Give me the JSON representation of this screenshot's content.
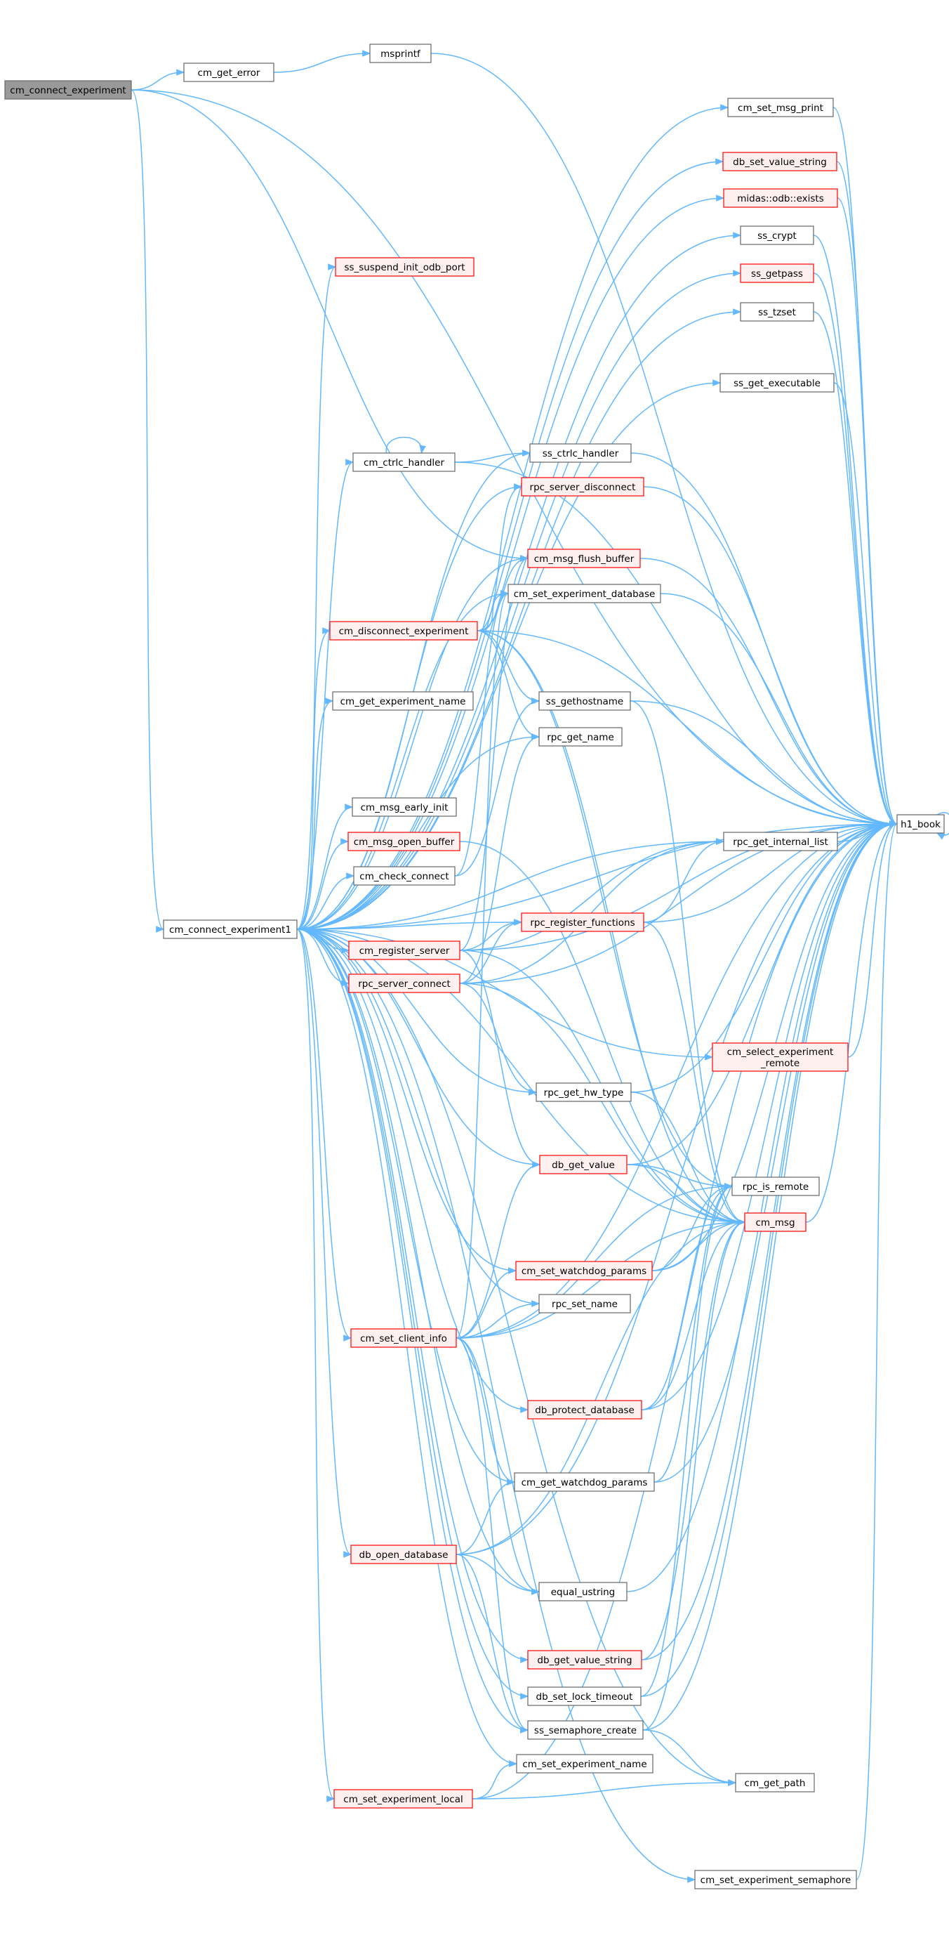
{
  "colors": {
    "edge": "#63b8ff",
    "normal_border": "#666666",
    "normal_fill": "#ffffff",
    "red_border": "#ff0000",
    "red_fill": "#fff0f0",
    "root_fill": "#999999",
    "root_border": "#666666"
  },
  "nodes": [
    {
      "id": "root",
      "label": "cm_connect_experiment",
      "style": "root"
    },
    {
      "id": "get_error",
      "label": "cm_get_error",
      "style": "normal"
    },
    {
      "id": "msprintf",
      "label": "msprintf",
      "style": "normal"
    },
    {
      "id": "set_msg_print",
      "label": "cm_set_msg_print",
      "style": "normal"
    },
    {
      "id": "db_set_value_string",
      "label": "db_set_value_string",
      "style": "red"
    },
    {
      "id": "odb_exists",
      "label": "midas::odb::exists",
      "style": "red"
    },
    {
      "id": "ss_crypt",
      "label": "ss_crypt",
      "style": "normal"
    },
    {
      "id": "ss_suspend",
      "label": "ss_suspend_init_odb_port",
      "style": "red"
    },
    {
      "id": "ss_getpass",
      "label": "ss_getpass",
      "style": "red"
    },
    {
      "id": "ss_tzset",
      "label": "ss_tzset",
      "style": "normal"
    },
    {
      "id": "ss_get_exec",
      "label": "ss_get_executable",
      "style": "normal"
    },
    {
      "id": "cm_ctrlc",
      "label": "cm_ctrlc_handler",
      "style": "normal"
    },
    {
      "id": "ss_ctrlc",
      "label": "ss_ctrlc_handler",
      "style": "normal"
    },
    {
      "id": "rpc_server_disconnect",
      "label": "rpc_server_disconnect",
      "style": "red"
    },
    {
      "id": "msg_flush",
      "label": "cm_msg_flush_buffer",
      "style": "red"
    },
    {
      "id": "set_exp_db",
      "label": "cm_set_experiment_database",
      "style": "normal"
    },
    {
      "id": "disconnect",
      "label": "cm_disconnect_experiment",
      "style": "red"
    },
    {
      "id": "get_exp_name",
      "label": "cm_get_experiment_name",
      "style": "normal"
    },
    {
      "id": "ss_gethostname",
      "label": "ss_gethostname",
      "style": "normal"
    },
    {
      "id": "rpc_get_name",
      "label": "rpc_get_name",
      "style": "normal"
    },
    {
      "id": "h1_book",
      "label": "h1_book",
      "style": "normal"
    },
    {
      "id": "msg_early",
      "label": "cm_msg_early_init",
      "style": "normal"
    },
    {
      "id": "rpc_get_internal",
      "label": "rpc_get_internal_list",
      "style": "normal"
    },
    {
      "id": "msg_open",
      "label": "cm_msg_open_buffer",
      "style": "red"
    },
    {
      "id": "check_connect",
      "label": "cm_check_connect",
      "style": "normal"
    },
    {
      "id": "conn1",
      "label": "cm_connect_experiment1",
      "style": "normal"
    },
    {
      "id": "rpc_register",
      "label": "rpc_register_functions",
      "style": "red"
    },
    {
      "id": "register_server",
      "label": "cm_register_server",
      "style": "red"
    },
    {
      "id": "rpc_server_connect",
      "label": "rpc_server_connect",
      "style": "red"
    },
    {
      "id": "select_remote",
      "label": "cm_select_experiment\n_remote",
      "style": "red"
    },
    {
      "id": "rpc_hw_type",
      "label": "rpc_get_hw_type",
      "style": "normal"
    },
    {
      "id": "db_get_value",
      "label": "db_get_value",
      "style": "red"
    },
    {
      "id": "rpc_is_remote",
      "label": "rpc_is_remote",
      "style": "normal"
    },
    {
      "id": "cm_msg",
      "label": "cm_msg",
      "style": "red"
    },
    {
      "id": "set_watchdog",
      "label": "cm_set_watchdog_params",
      "style": "red"
    },
    {
      "id": "rpc_set_name",
      "label": "rpc_set_name",
      "style": "normal"
    },
    {
      "id": "set_client_info",
      "label": "cm_set_client_info",
      "style": "red"
    },
    {
      "id": "db_protect",
      "label": "db_protect_database",
      "style": "red"
    },
    {
      "id": "get_watchdog",
      "label": "cm_get_watchdog_params",
      "style": "normal"
    },
    {
      "id": "db_open",
      "label": "db_open_database",
      "style": "red"
    },
    {
      "id": "equal_ustring",
      "label": "equal_ustring",
      "style": "normal"
    },
    {
      "id": "db_get_value_string",
      "label": "db_get_value_string",
      "style": "red"
    },
    {
      "id": "db_lock_timeout",
      "label": "db_set_lock_timeout",
      "style": "normal"
    },
    {
      "id": "sem_create",
      "label": "ss_semaphore_create",
      "style": "normal"
    },
    {
      "id": "set_exp_name",
      "label": "cm_set_experiment_name",
      "style": "normal"
    },
    {
      "id": "get_path",
      "label": "cm_get_path",
      "style": "normal"
    },
    {
      "id": "set_exp_local",
      "label": "cm_set_experiment_local",
      "style": "red"
    },
    {
      "id": "set_exp_sem",
      "label": "cm_set_experiment_semaphore",
      "style": "normal"
    }
  ],
  "edges": [
    [
      "root",
      "get_error"
    ],
    [
      "root",
      "h1_book"
    ],
    [
      "root",
      "msg_flush"
    ],
    [
      "root",
      "conn1"
    ],
    [
      "get_error",
      "msprintf"
    ],
    [
      "msprintf",
      "h1_book"
    ],
    [
      "conn1",
      "set_msg_print"
    ],
    [
      "conn1",
      "db_set_value_string"
    ],
    [
      "conn1",
      "odb_exists"
    ],
    [
      "conn1",
      "ss_crypt"
    ],
    [
      "conn1",
      "ss_suspend"
    ],
    [
      "conn1",
      "ss_getpass"
    ],
    [
      "conn1",
      "ss_tzset"
    ],
    [
      "conn1",
      "ss_get_exec"
    ],
    [
      "conn1",
      "h1_book"
    ],
    [
      "conn1",
      "cm_ctrlc"
    ],
    [
      "conn1",
      "ss_ctrlc"
    ],
    [
      "conn1",
      "rpc_server_disconnect"
    ],
    [
      "conn1",
      "msg_flush"
    ],
    [
      "conn1",
      "set_exp_db"
    ],
    [
      "conn1",
      "disconnect"
    ],
    [
      "conn1",
      "get_exp_name"
    ],
    [
      "conn1",
      "rpc_get_name"
    ],
    [
      "conn1",
      "rpc_get_internal"
    ],
    [
      "conn1",
      "msg_early"
    ],
    [
      "conn1",
      "msg_open"
    ],
    [
      "conn1",
      "check_connect"
    ],
    [
      "conn1",
      "rpc_register"
    ],
    [
      "conn1",
      "register_server"
    ],
    [
      "conn1",
      "rpc_server_connect"
    ],
    [
      "conn1",
      "select_remote"
    ],
    [
      "conn1",
      "rpc_hw_type"
    ],
    [
      "conn1",
      "db_get_value"
    ],
    [
      "conn1",
      "cm_msg"
    ],
    [
      "conn1",
      "set_watchdog"
    ],
    [
      "conn1",
      "rpc_set_name"
    ],
    [
      "conn1",
      "set_client_info"
    ],
    [
      "conn1",
      "db_protect"
    ],
    [
      "conn1",
      "get_watchdog"
    ],
    [
      "conn1",
      "db_open"
    ],
    [
      "conn1",
      "equal_ustring"
    ],
    [
      "conn1",
      "db_get_value_string"
    ],
    [
      "conn1",
      "db_lock_timeout"
    ],
    [
      "conn1",
      "sem_create"
    ],
    [
      "conn1",
      "set_exp_name"
    ],
    [
      "conn1",
      "set_exp_local"
    ],
    [
      "conn1",
      "get_path"
    ],
    [
      "conn1",
      "set_exp_sem"
    ],
    [
      "set_msg_print",
      "h1_book"
    ],
    [
      "db_set_value_string",
      "h1_book"
    ],
    [
      "odb_exists",
      "h1_book"
    ],
    [
      "ss_crypt",
      "h1_book"
    ],
    [
      "ss_getpass",
      "h1_book"
    ],
    [
      "ss_tzset",
      "h1_book"
    ],
    [
      "ss_get_exec",
      "h1_book"
    ],
    [
      "cm_ctrlc",
      "cm_ctrlc"
    ],
    [
      "cm_ctrlc",
      "ss_ctrlc"
    ],
    [
      "cm_ctrlc",
      "h1_book"
    ],
    [
      "ss_ctrlc",
      "h1_book"
    ],
    [
      "rpc_server_disconnect",
      "h1_book"
    ],
    [
      "msg_flush",
      "h1_book"
    ],
    [
      "set_exp_db",
      "h1_book"
    ],
    [
      "disconnect",
      "rpc_server_disconnect"
    ],
    [
      "disconnect",
      "msg_flush"
    ],
    [
      "disconnect",
      "set_exp_db"
    ],
    [
      "disconnect",
      "ss_gethostname"
    ],
    [
      "disconnect",
      "rpc_get_name"
    ],
    [
      "disconnect",
      "cm_msg"
    ],
    [
      "disconnect",
      "rpc_is_remote"
    ],
    [
      "disconnect",
      "h1_book"
    ],
    [
      "ss_gethostname",
      "h1_book"
    ],
    [
      "ss_gethostname",
      "cm_msg"
    ],
    [
      "h1_book",
      "h1_book"
    ],
    [
      "rpc_get_internal",
      "h1_book"
    ],
    [
      "check_connect",
      "set_exp_db"
    ],
    [
      "check_connect",
      "ss_gethostname"
    ],
    [
      "msg_open",
      "cm_msg"
    ],
    [
      "rpc_register",
      "rpc_get_internal"
    ],
    [
      "rpc_register",
      "h1_book"
    ],
    [
      "rpc_register",
      "cm_msg"
    ],
    [
      "register_server",
      "rpc_register"
    ],
    [
      "register_server",
      "rpc_get_internal"
    ],
    [
      "register_server",
      "h1_book"
    ],
    [
      "register_server",
      "db_get_value"
    ],
    [
      "register_server",
      "cm_msg"
    ],
    [
      "register_server",
      "msg_flush"
    ],
    [
      "rpc_server_connect",
      "rpc_register"
    ],
    [
      "rpc_server_connect",
      "rpc_get_internal"
    ],
    [
      "rpc_server_connect",
      "h1_book"
    ],
    [
      "rpc_server_connect",
      "rpc_hw_type"
    ],
    [
      "rpc_server_connect",
      "cm_msg"
    ],
    [
      "rpc_server_connect",
      "rpc_get_name"
    ],
    [
      "select_remote",
      "h1_book"
    ],
    [
      "rpc_hw_type",
      "h1_book"
    ],
    [
      "rpc_hw_type",
      "cm_msg"
    ],
    [
      "db_get_value",
      "h1_book"
    ],
    [
      "db_get_value",
      "rpc_is_remote"
    ],
    [
      "db_get_value",
      "cm_msg"
    ],
    [
      "cm_msg",
      "h1_book"
    ],
    [
      "set_watchdog",
      "h1_book"
    ],
    [
      "set_watchdog",
      "rpc_is_remote"
    ],
    [
      "set_watchdog",
      "cm_msg"
    ],
    [
      "set_client_info",
      "db_get_value"
    ],
    [
      "set_client_info",
      "rpc_set_name"
    ],
    [
      "set_client_info",
      "set_watchdog"
    ],
    [
      "set_client_info",
      "rpc_is_remote"
    ],
    [
      "set_client_info",
      "cm_msg"
    ],
    [
      "set_client_info",
      "h1_book"
    ],
    [
      "set_client_info",
      "get_watchdog"
    ],
    [
      "set_client_info",
      "equal_ustring"
    ],
    [
      "set_client_info",
      "sem_create"
    ],
    [
      "set_client_info",
      "set_exp_db"
    ],
    [
      "db_protect",
      "h1_book"
    ],
    [
      "db_protect",
      "rpc_is_remote"
    ],
    [
      "db_protect",
      "cm_msg"
    ],
    [
      "get_watchdog",
      "h1_book"
    ],
    [
      "get_watchdog",
      "rpc_is_remote"
    ],
    [
      "db_open",
      "get_watchdog"
    ],
    [
      "db_open",
      "equal_ustring"
    ],
    [
      "db_open",
      "sem_create"
    ],
    [
      "db_open",
      "h1_book"
    ],
    [
      "db_open",
      "cm_msg"
    ],
    [
      "equal_ustring",
      "h1_book"
    ],
    [
      "db_get_value_string",
      "h1_book"
    ],
    [
      "db_get_value_string",
      "cm_msg"
    ],
    [
      "db_lock_timeout",
      "h1_book"
    ],
    [
      "db_lock_timeout",
      "rpc_is_remote"
    ],
    [
      "sem_create",
      "cm_msg"
    ],
    [
      "sem_create",
      "h1_book"
    ],
    [
      "sem_create",
      "get_path"
    ],
    [
      "set_exp_local",
      "set_exp_name"
    ],
    [
      "set_exp_local",
      "get_path"
    ],
    [
      "set_exp_local",
      "h1_book"
    ],
    [
      "set_exp_sem",
      "h1_book"
    ]
  ]
}
